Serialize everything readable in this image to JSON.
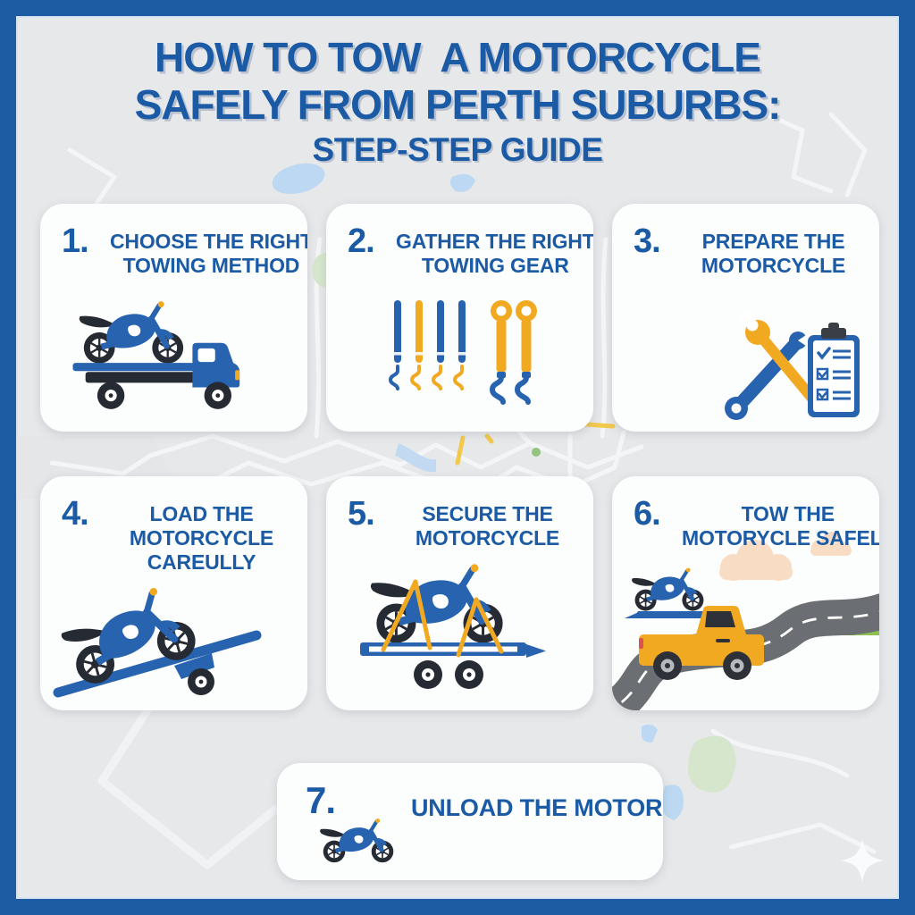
{
  "palette": {
    "frame_blue": "#1d5ca3",
    "bg_gray": "#e7e8ea",
    "title_blue": "#1b5aa5",
    "card_white": "#fcfdfd",
    "icon_blue": "#2763af",
    "icon_yellow": "#f2a922",
    "ink": "#262a33",
    "road_gray": "#6b6e72",
    "cloud_peach": "#f8dcc4",
    "mtn_dark": "#5fa63b",
    "mtn_light": "#8cc152",
    "map_water": "#bdd8f2",
    "map_green": "#d6e6cd",
    "map_yellow": "#f2c94c",
    "red_accent": "#d9534f",
    "hub_gray": "#b6babf"
  },
  "title": {
    "line1": "HOW TO TOW  A MOTORCYCLE",
    "line2": "SAFELY FROM PERTH SUBURBS:",
    "line3": "STEP-STEP GUIDE"
  },
  "cards": [
    {
      "number": "1.",
      "title_lines": [
        "CHOOSE THE RIGHT",
        "TOWING METHOD"
      ],
      "icon": "motorcycle-on-tow-truck"
    },
    {
      "number": "2.",
      "title_lines": [
        "GATHER THE RIGHT",
        "TOWING GEAR"
      ],
      "icon": "tie-down-straps-and-hooks"
    },
    {
      "number": "3.",
      "title_lines": [
        "PREPARE THE",
        "MOTORCYCLE"
      ],
      "icon": "wrenches-and-checklist"
    },
    {
      "number": "4.",
      "title_lines": [
        "LOAD THE",
        "MOTORCYCLE",
        "CAREULLY"
      ],
      "icon": "motorcycle-on-loading-ramp"
    },
    {
      "number": "5.",
      "title_lines": [
        "SECURE THE",
        "MOTORCYCLE"
      ],
      "icon": "motorcycle-strapped-on-trailer"
    },
    {
      "number": "6.",
      "title_lines": [
        "TOW THE",
        "MOTORYCLE SAFELY"
      ],
      "icon": "pickup-towing-on-winding-road"
    },
    {
      "number": "7.",
      "title_lines": [
        "UNLOAD THE MOTORCYCLE"
      ],
      "icon": "motorcycle"
    }
  ]
}
